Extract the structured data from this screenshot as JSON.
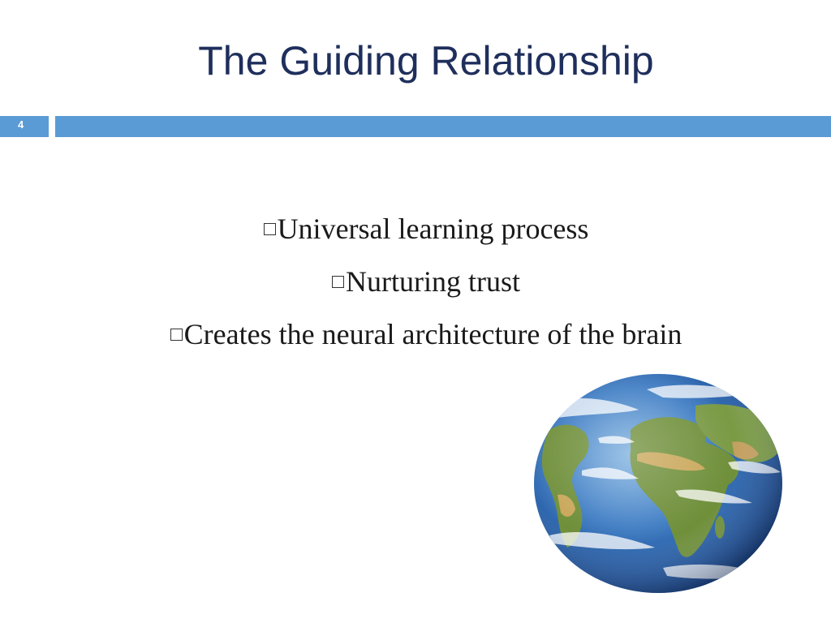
{
  "slide": {
    "title": "The Guiding Relationship",
    "number": "4",
    "accent_color": "#5b9bd5",
    "title_color": "#1f2f5c"
  },
  "bullets": [
    "Universal learning process",
    "Nurturing trust",
    "Creates the neural architecture of  the brain"
  ],
  "image": {
    "icon": "earth-globe-image"
  }
}
